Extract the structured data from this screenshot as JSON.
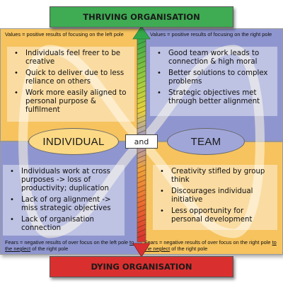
{
  "top_banner": "THRIVING ORGANISATION",
  "bottom_banner": "DYING ORGANISATION",
  "poles": {
    "left": "INDIVIDUAL",
    "connector": "and",
    "right": "TEAM"
  },
  "captions": {
    "top_left": "Values = positive results of focusing on the left pole",
    "top_right": "Values = positive results of focusing on the right pole",
    "bottom_left_pre": "Fears = negative results of over focus on the left pole ",
    "bottom_left_link": "to the neglect",
    "bottom_left_post": " of the right pole",
    "bottom_right_pre": "Fears = negative results of over focus on the right pole ",
    "bottom_right_link": "to the neglect",
    "bottom_right_post": " of the right pole"
  },
  "quadrants": {
    "top_left": [
      "Individuals feel freer to be creative",
      "Quick to deliver due to less reliance on others",
      "Work more easily aligned to personal purpose & fulfilment"
    ],
    "top_right": [
      "Good team work leads to connection & high moral",
      "Better solutions to complex problems",
      "Strategic objectives met through better alignment"
    ],
    "bottom_left": [
      "Individuals work at cross purposes -> loss of productivity; duplication",
      "Lack of org alignment -> miss strategic objectives",
      "Lack of organisation connection"
    ],
    "bottom_right": [
      "Creativity stifled by group think",
      "Discourages individual initiative",
      "Less opportunity for personal development"
    ]
  },
  "colors": {
    "thriving": "#3fab53",
    "dying": "#d9302f",
    "values_left": "#f6c35f",
    "values_right": "#8f96cf"
  }
}
